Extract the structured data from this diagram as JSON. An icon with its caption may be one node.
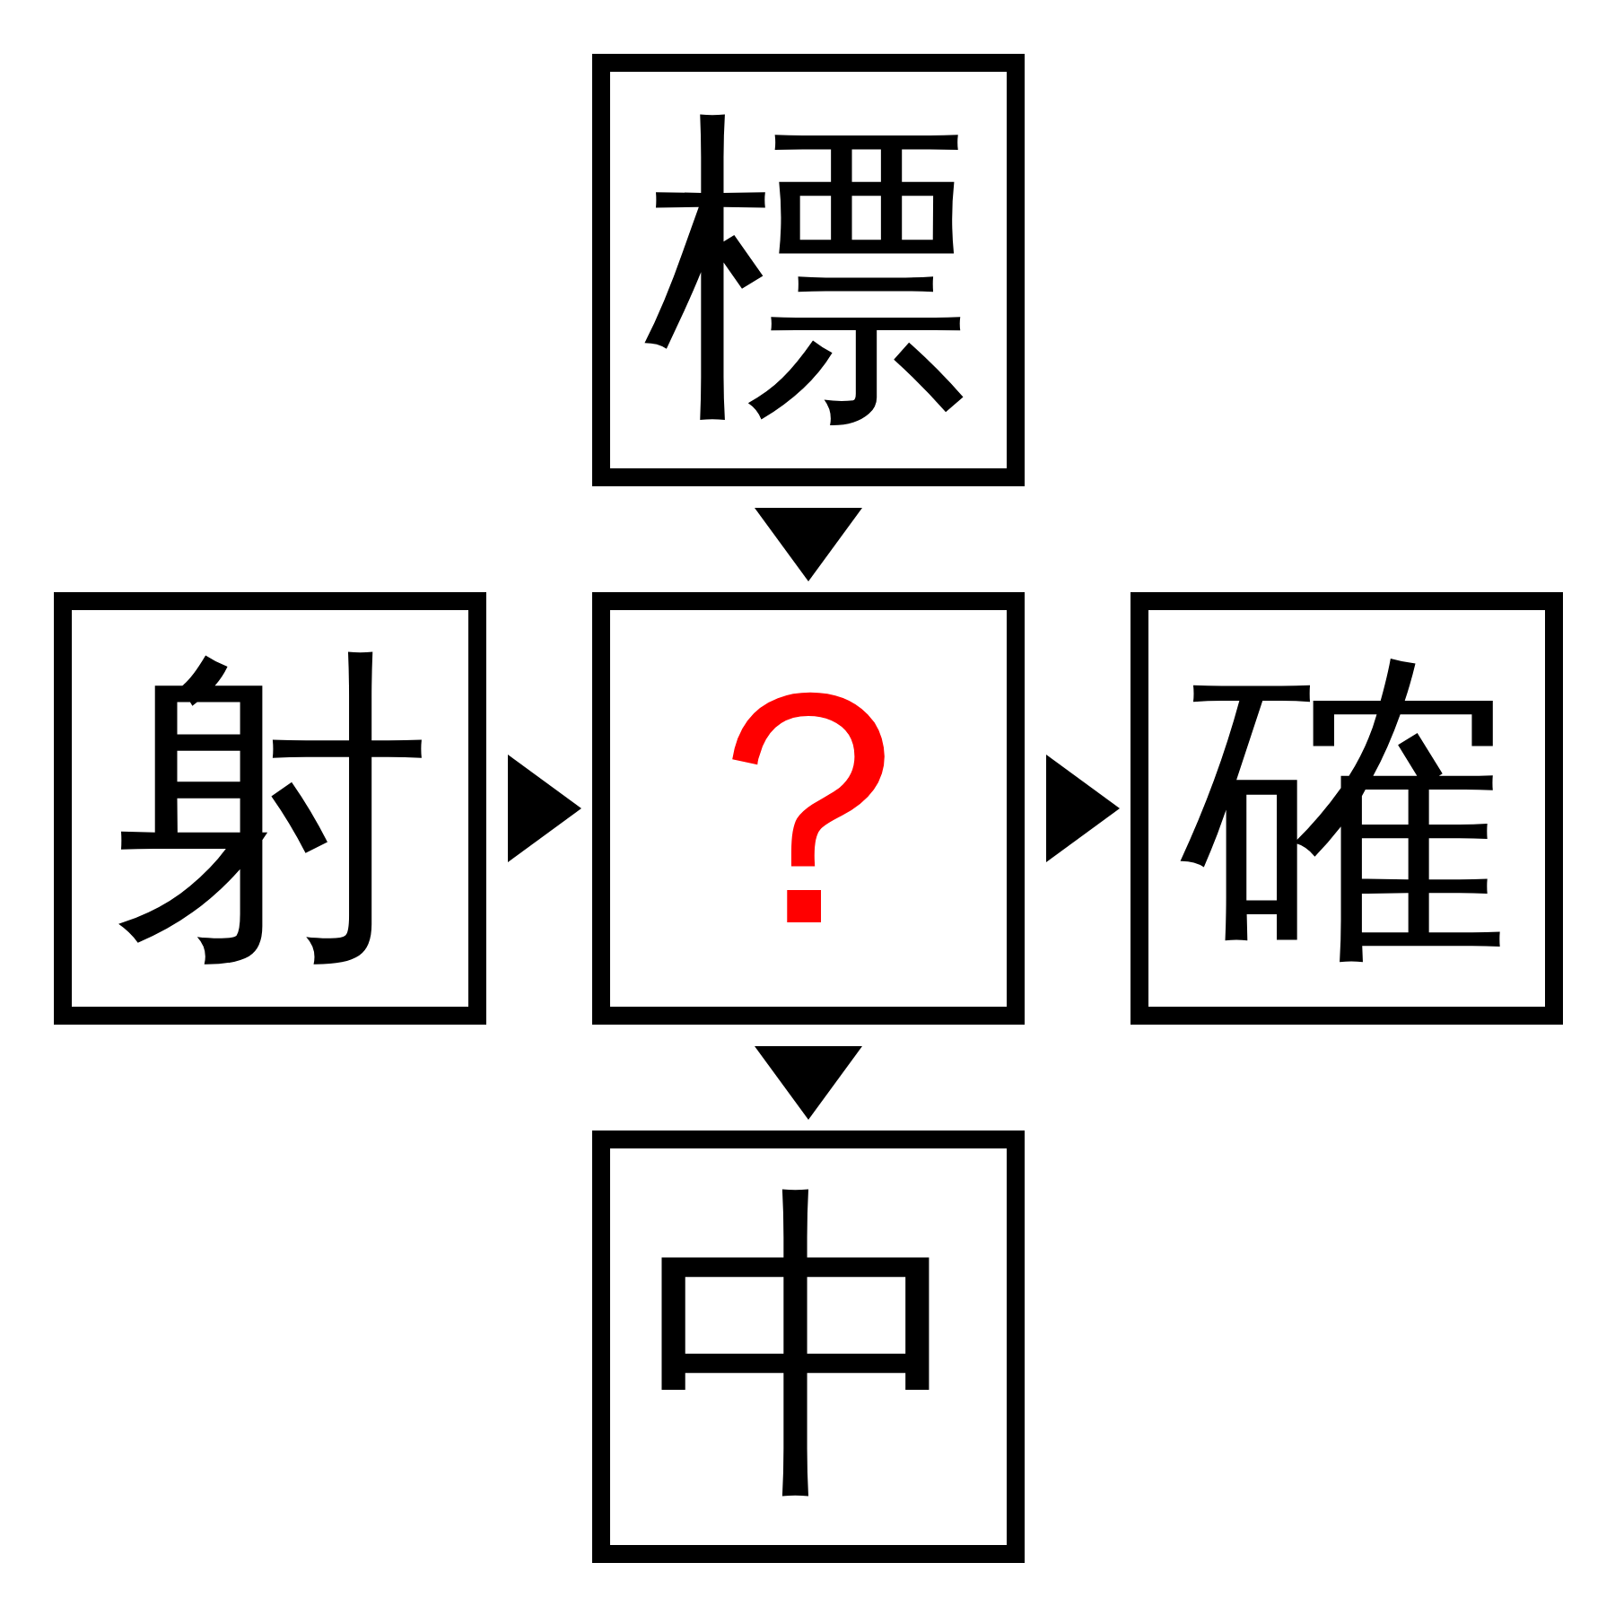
{
  "diagram": {
    "nodes": [
      {
        "text": [
          "標"
        ]
      },
      {
        "text": [
          "射"
        ]
      },
      {
        "text": [
          "？"
        ]
      },
      {
        "text": [
          "確"
        ]
      },
      {
        "text": [
          "中"
        ]
      }
    ],
    "edges": [
      {
        "from": 0,
        "to": 2,
        "arrow": "to"
      },
      {
        "from": 1,
        "to": 2,
        "arrow": "to"
      },
      {
        "from": 2,
        "to": 3,
        "arrow": "to"
      },
      {
        "from": 2,
        "to": 4,
        "arrow": "to"
      }
    ]
  }
}
